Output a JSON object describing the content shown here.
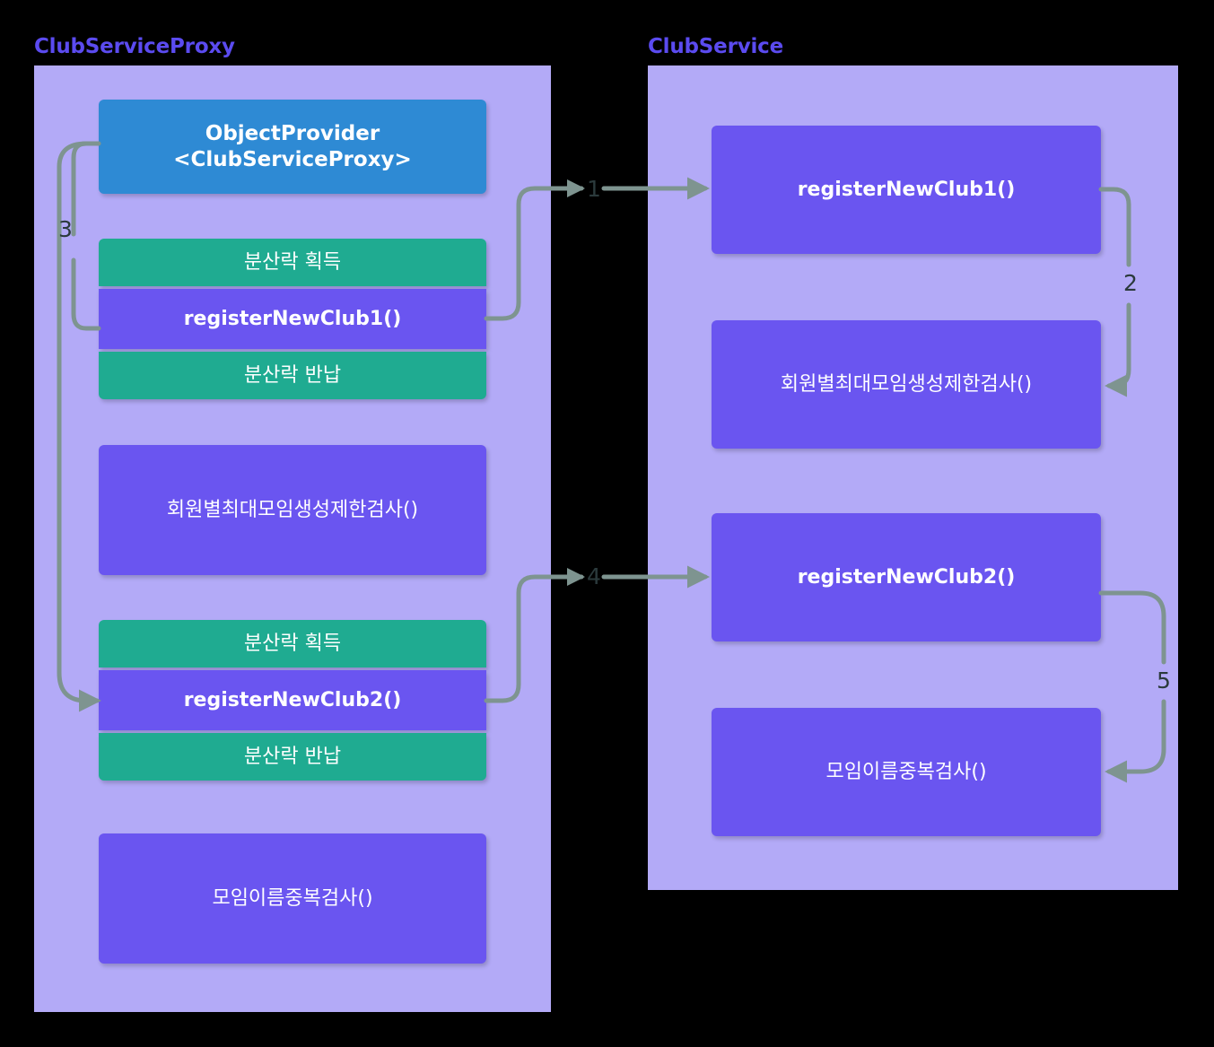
{
  "diagram": {
    "type": "sequence-call-flow",
    "groups": [
      {
        "id": "proxy",
        "title": "ClubServiceProxy",
        "nodes": [
          {
            "id": "objprovider",
            "label": "ObjectProvider\n<ClubServiceProxy>",
            "line1": "ObjectProvider",
            "line2": "<ClubServiceProxy>",
            "color": "#2e8ad4",
            "kind": "blue"
          },
          {
            "id": "lock-acq-1",
            "label": "분산락 획득",
            "color": "#1fab91",
            "kind": "teal"
          },
          {
            "id": "rnc1-proxy",
            "label": "registerNewClub1()",
            "color": "#6a55f0",
            "kind": "purple"
          },
          {
            "id": "lock-rel-1",
            "label": "분산락 반납",
            "color": "#1fab91",
            "kind": "teal"
          },
          {
            "id": "maxclub-proxy",
            "label": "회원별최대모임생성제한검사()",
            "color": "#6a55f0",
            "kind": "purple"
          },
          {
            "id": "lock-acq-2",
            "label": "분산락 획득",
            "color": "#1fab91",
            "kind": "teal"
          },
          {
            "id": "rnc2-proxy",
            "label": "registerNewClub2()",
            "color": "#6a55f0",
            "kind": "purple"
          },
          {
            "id": "lock-rel-2",
            "label": "분산락 반납",
            "color": "#1fab91",
            "kind": "teal"
          },
          {
            "id": "dupname-proxy",
            "label": "모임이름중복검사()",
            "color": "#6a55f0",
            "kind": "purple"
          }
        ]
      },
      {
        "id": "service",
        "title": "ClubService",
        "nodes": [
          {
            "id": "rnc1-service",
            "label": "registerNewClub1()",
            "color": "#6a55f0",
            "kind": "purple"
          },
          {
            "id": "maxclub-service",
            "label": "회원별최대모임생성제한검사()",
            "color": "#6a55f0",
            "kind": "purple"
          },
          {
            "id": "rnc2-service",
            "label": "registerNewClub2()",
            "color": "#6a55f0",
            "kind": "purple"
          },
          {
            "id": "dupname-service",
            "label": "모임이름중복검사()",
            "color": "#6a55f0",
            "kind": "purple"
          }
        ]
      }
    ],
    "edges": [
      {
        "id": "e1",
        "label": "1",
        "from": "rnc1-proxy",
        "to": "rnc1-service"
      },
      {
        "id": "e2",
        "label": "2",
        "from": "rnc1-service",
        "to": "maxclub-service"
      },
      {
        "id": "e3",
        "label": "3",
        "from": "objprovider",
        "to": "rnc2-proxy"
      },
      {
        "id": "e4",
        "label": "4",
        "from": "rnc2-proxy",
        "to": "rnc2-service"
      },
      {
        "id": "e5",
        "label": "5",
        "from": "rnc2-service",
        "to": "dupname-service"
      }
    ],
    "colors": {
      "background": "#000000",
      "group_fill": "#b3aaf7",
      "title_text": "#5b4bf0",
      "node_blue": "#2e8ad4",
      "node_purple": "#6a55f0",
      "node_teal": "#1fab91",
      "edge_stroke": "#7e9490",
      "edge_label_text": "#2b3a3c",
      "node_text": "#ffffff"
    }
  }
}
